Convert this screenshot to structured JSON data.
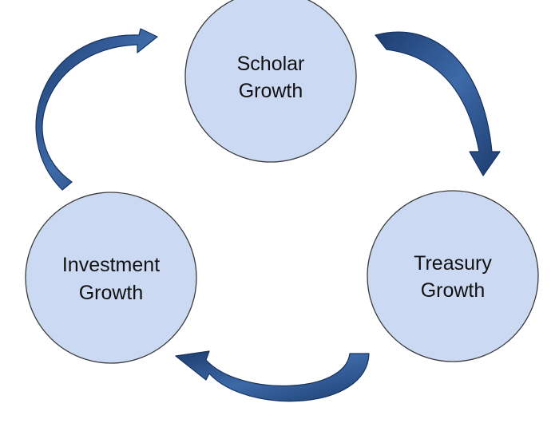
{
  "diagram": {
    "nodes": [
      {
        "id": "scholar",
        "line1": "Scholar",
        "line2": "Growth"
      },
      {
        "id": "treasury",
        "line1": "Treasury",
        "line2": "Growth"
      },
      {
        "id": "investment",
        "line1": "Investment",
        "line2": "Growth"
      }
    ],
    "colors": {
      "node_fill": "#ccd9f3",
      "node_stroke": "#3c3c3c",
      "arrow_dark": "#1d3d70",
      "arrow_mid": "#3d6aa8",
      "text": "#111111"
    }
  }
}
